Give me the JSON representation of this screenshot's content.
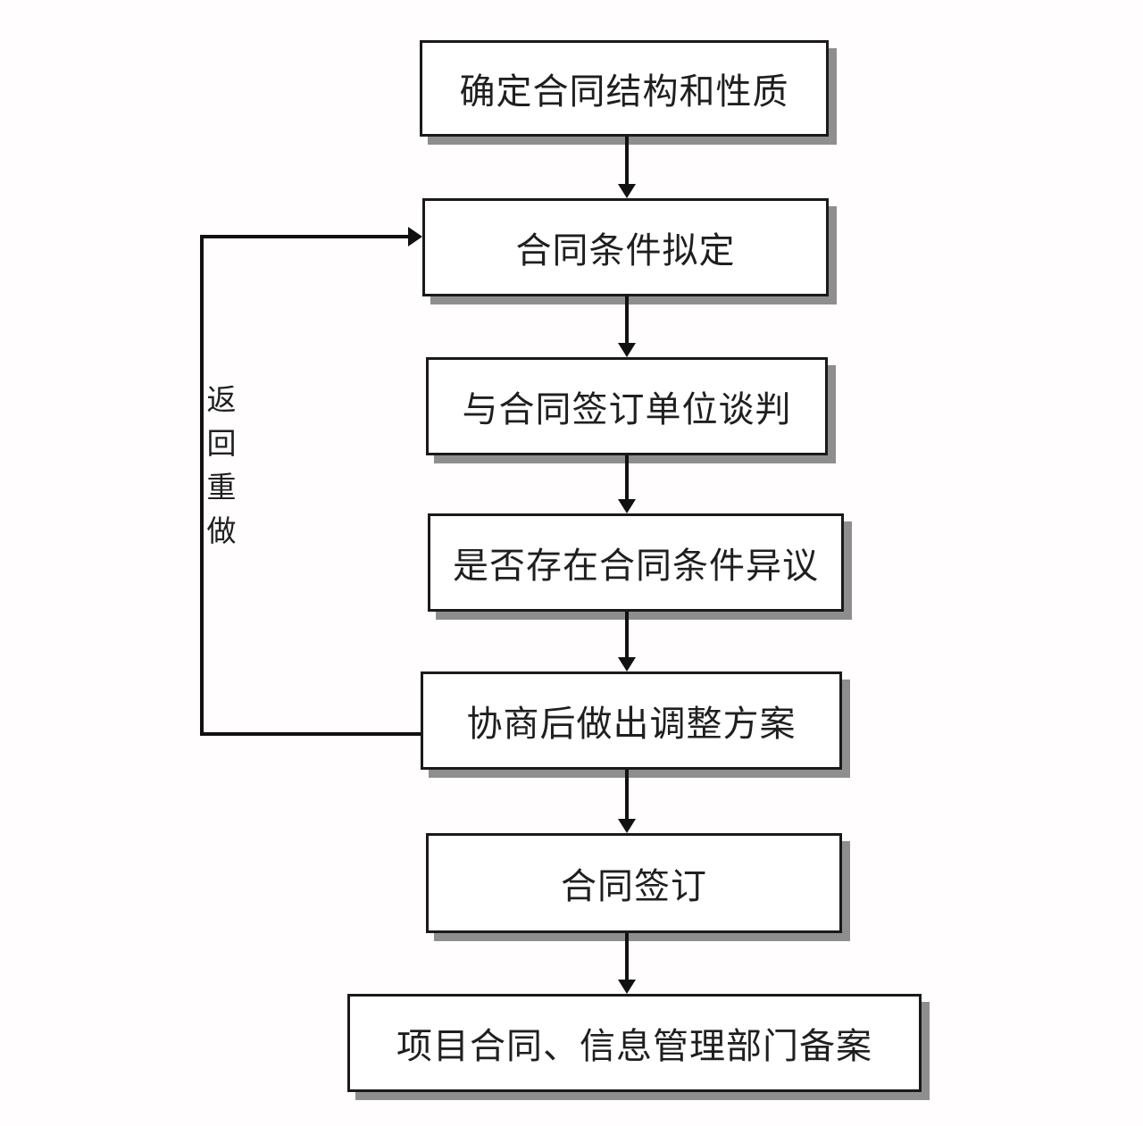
{
  "diagram": {
    "type": "flowchart",
    "nodes": [
      {
        "label": "确定合同结构和性质"
      },
      {
        "label": "合同条件拟定"
      },
      {
        "label": "与合同签订单位谈判"
      },
      {
        "label": "是否存在合同条件异议"
      },
      {
        "label": "协商后做出调整方案"
      },
      {
        "label": "合同签订"
      },
      {
        "label": "项目合同、信息管理部门备案"
      }
    ],
    "edges": [
      {
        "from": 0,
        "to": 1
      },
      {
        "from": 1,
        "to": 2
      },
      {
        "from": 2,
        "to": 3
      },
      {
        "from": 3,
        "to": 4
      },
      {
        "from": 4,
        "to": 5
      },
      {
        "from": 5,
        "to": 6
      },
      {
        "from": 4,
        "to": 1,
        "label": "返回重做",
        "kind": "loop-back"
      }
    ],
    "loop_label": "返回重做",
    "colors": {
      "background": "#fffdfe",
      "box_fill": "#ffffff",
      "box_border": "#1a1a1a",
      "box_shadow": "#8e8e8e",
      "line": "#111111",
      "text": "#1f1f1f"
    }
  }
}
